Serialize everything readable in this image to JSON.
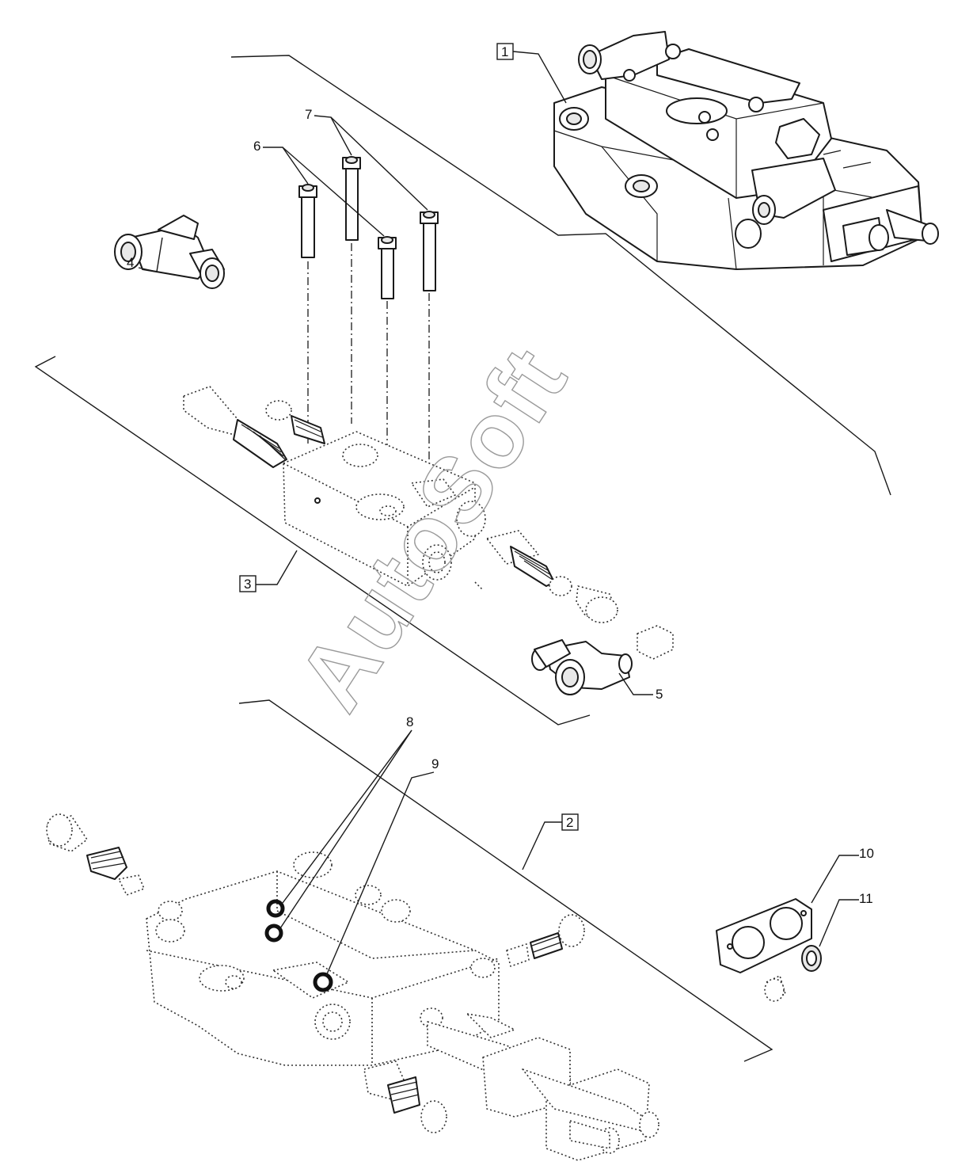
{
  "watermark": "AutoSoft",
  "callouts": {
    "c1": "1",
    "c2": "2",
    "c3": "3",
    "c4": "4",
    "c5": "5",
    "c6": "6",
    "c7": "7",
    "c8": "8",
    "c9": "9",
    "c10": "10",
    "c11": "11"
  },
  "colors": {
    "line": "#1a1a1a",
    "watermark": "#9a9a9a",
    "background": "#ffffff"
  }
}
